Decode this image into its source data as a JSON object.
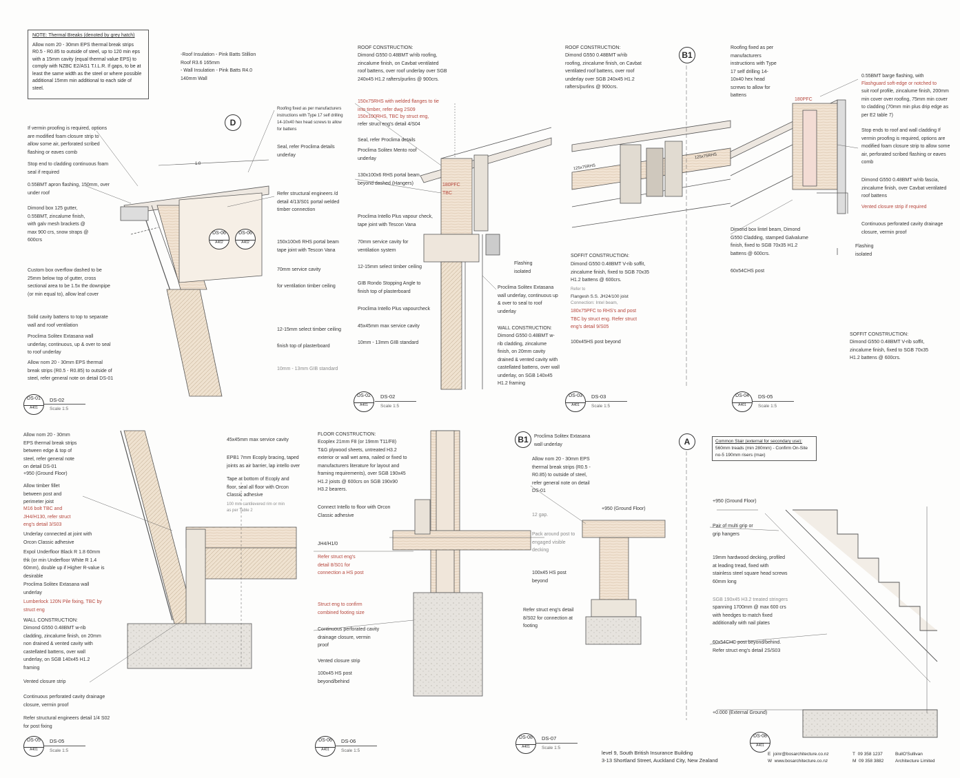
{
  "note_box": {
    "title": "NOTE: Thermal Breaks (denoted by grey hatch)",
    "body": "Allow nom 20 - 30mm EPS thermal break strips R0.5 - R0.85 to outside of steel, up to 120 min eps with a 15mm cavity (equal thermal value EPS) to comply with NZBC E2/AS1 T.I.L.R. If gaps, to be at least the same width as the steel or where possible additional 15mm min additional to each side of steel."
  },
  "insulation_note": {
    "line1": "-Roof Insulation - Pink Batts Stillion",
    "line2": "Roof R3.6 165mm",
    "line3": "- Wall Insulation - Pink Batts R4.0",
    "line4": "140mm Wall"
  },
  "bubbles": {
    "d": "D",
    "b1_top": "B1",
    "b1_bottom": "B1",
    "a": "A"
  },
  "ds02": {
    "left": [
      "If vermin proofing is required, options are modified foam closure strip to allow some air, perforated scribed flashing or eaves comb",
      "Stop end to cladding continuous foam seal if required",
      "0.55BMT apron flashing, 150mm, over under roof",
      "Dimond box 125 gutter, 0.55BMT, zincalume finish, with galv mesh brackets @ max 900 crs, snow straps @ 600crs",
      "Custom box overflow dashed to be 25mm below top of gutter, cross sectional area to be 1.5x the downpipe (or min equal to), allow leaf cover",
      "Solid cavity battens to top to separate wall and roof ventilation",
      "Proclima Solitex Extasana wall underlay, continuous, up & over to seal to roof underlay",
      "Allow nom 20 - 30mm EPS thermal break strips (R0.5 - R0.85) to outside of steel, refer general note on detail DS-01"
    ],
    "right": [
      "Roofing fixed as per manufacturers instructions with Type 17 self drilling 14-10x40 hex head screws to allow for battens",
      "Seal, refer Proclima details underlay",
      "Refer structural engineers /d detail 4/13/S01 portal welded timber connection",
      "150x100x6 RHS portal beam tape joint with Tescon Vana",
      "70mm service cavity",
      "for ventilation timber ceiling",
      "12-15mm select timber ceiling",
      "finish top of plasterboard",
      "10mm - 13mm GIB standard"
    ],
    "callout_ds06": "DS-06",
    "callout_a402": "A402",
    "callout_dim": "1:0",
    "tag": "DS-01",
    "tag_sheet": "A401",
    "title": "DS-02",
    "scale": "Scale 1:5"
  },
  "ds03": {
    "roof_head": "ROOF CONSTRUCTION:",
    "roof": "Dimond G550 0.48BMT w/rib roofing, zincalume finish, on Cavbat ventilated roof battens, over roof underlay over SGB 240x45 H1.2 rafters/purlins @ 900crs.",
    "red1": "150x75RHS with welded flanges to tie into timber, refer dwg 2S09",
    "red2": "150x100RHS, TBC by struct eng,",
    "grey1": "refer struct eng's detail 4/S04",
    "labels": [
      "Seal, refer Proclima details",
      "Proclima Solitex Mento roof underlay",
      "130x100x6 RHS portal beam beyond dashed (Hangers)",
      "Proclima Intello Plus vapour check, tape joint with Tescon Vana",
      "70mm service cavity for ventilation system",
      "12-15mm select timber ceiling",
      "GIB Rondo Stopping Angle to finish top of plasterboard",
      "Proclima Intello Plus vapourcheck",
      "45x45mm max service cavity",
      "10mm - 13mm GIB standard"
    ],
    "pfc": "180PFC TBC",
    "flashing": "Flashing isolated",
    "right": "Proclima Solitex Extasana wall underlay, continuous up & over to seal to roof underlay",
    "wall_head": "WALL CONSTRUCTION:",
    "wall": "Dimond G550 0.48BMT w-rib cladding, zincalume finish, on 20mm cavity drained & vented cavity with castellated battens, over wall underlay, on SGB 140x45 H1.2 framing",
    "tag": "DS-02",
    "tag_sheet": "A401",
    "title": "DS-02",
    "scale": "Scale 1:5"
  },
  "ds04": {
    "roof_head": "ROOF CONSTRUCTION:",
    "roof": "Dimond G550 0.48BMT w/rib roofing, zincalume finish, on Cavbat ventilated roof battens, over roof underlay over SGB 240x45 H1.2 rafters/purlins @ 900crs.",
    "rhs_a": "125x75RHS",
    "rhs_b": "125x75RHS",
    "soffit_head": "SOFFIT CONSTRUCTION:",
    "soffit": "Dimond G550 0.48BMT V-rib soffit, zincalume finish, fixed to SGB 70x35 H1.2 battens @ 600crs.",
    "grey1": "Refer to",
    "grey2": "Flangesh S.S. JH24/100 joist",
    "grey3": "Connection: Intel beam,",
    "red1": "180x75PFC to RHS's and post TBC by struct eng. Refer struct eng's detail 9/S05",
    "post": "100x45HS post beyond",
    "tag": "DS-03",
    "tag_sheet": "A401",
    "title": "DS-03",
    "scale": "Scale 1:5"
  },
  "ds05": {
    "roofing": "Roofing fixed as per manufacturers instructions with Type 17 self drilling 14-10x40 hex head screws to allow for battens",
    "barge": "0.55BMT barge flashing, with",
    "red_barge": "Flashguard soft-edge or notched to",
    "barge2": "suit roof profile, zincalume finish, 200mm min cover over roofing, 75mm min cover to cladding (70mm min plus drip edge as per E2 table 7)",
    "stop": "Stop ends to roof and wall cladding If vermin proofing is required, options are modified foam closure strip to allow some air, perforated scribed flashing or eaves comb",
    "fascia": "Dimond G550 0.48BMT w/rib fascia, zincalume finish, over Cavbat ventilated roof battens",
    "red_vent": "Vented closure strip if required",
    "pfc": "180PFC",
    "lintel": "Dimond box lintel beam, Dimond G550 Cladding, stamped Galvalume finish, fixed to SGB 70x35 H1.2 battens @ 600crs.",
    "post": "60x54CHS post",
    "cavity": "Continuous perforated cavity drainage closure, vermin proof",
    "flashing": "Flashing isolated",
    "soffit_head": "SOFFIT CONSTRUCTION:",
    "soffit": "Dimond G550 0.48BMT V-rib soffit, zincalume finish, fixed to SGB 70x35 H1.2 battens @ 600crs.",
    "tag": "DS-04",
    "tag_sheet": "A401",
    "title": "DS-05",
    "scale": "Scale 1:5"
  },
  "ds_b1": {
    "labels": [
      "Allow nom 20 - 30mm EPS thermal break strips between edge & top of steel, refer general note on detail DS-01",
      "+950 (Ground Floor)",
      "Allow timber fillet between post and perimeter joist"
    ],
    "red1": "M16 bolt TBC and JH4/H130, refer struct eng's detail 3/S03",
    "labels2": [
      "Underlay connected at joint with Orcon Classic adhesive",
      "Expol Underfloor Black R 1.8 60mm thk (or min Underfloor White R 1.4 60mm), double up if Higher R-value is desirable",
      "Proclima Solitex Extasana wall underlay"
    ],
    "red2": "Lumberlock 120N Pile fixing, TBC by struct eng",
    "wall_head": "WALL CONSTRUCTION:",
    "wall": "Dimond G550 0.48BMT w-rib cladding, zincalume finish, on 20mm non drained & vented cavity with castellated battens, over wall underlay, on SGB 140x45 H1.2 framing",
    "labels3": [
      "Vented closure strip",
      "Continuous perforated cavity drainage closure, vermin proof",
      "Refer structural engineers detail 1/4 S02 for post fixing"
    ],
    "right": [
      "45x45mm max service cavity",
      "EPB1 7mm Ecoply bracing, taped joints as air barrier, lap intello over",
      "Tape at bottom of Ecoply and floor, seal all floor with Orcon Classic adhesive"
    ],
    "grey1": "100 mm cantilevered rim or min as per Table 2",
    "tag": "DS-05",
    "tag_sheet": "A401",
    "title": "DS-05",
    "scale": "Scale 1:5"
  },
  "ds06": {
    "floor_head": "FLOOR CONSTRUCTION:",
    "floor": "Ecoplex 21mm F8 (or 19mm T11/F8) T&G plywood sheets, untreated H3.2 exterior or wall wet area, nailed or fixed to manufacturers literature for layout and framing requirements), over SGB 190x45 H1.2 joists @ 600crs on SGB 190x90 H3.2 bearers.",
    "intello": "Connect Intello to floor with Orcon Classic adhesive",
    "jh": "JH4/H1/0",
    "red1": "Refer struct eng's detail 8/S01 for connection a HS post",
    "red2": "Struct eng to confirm combined footing size",
    "labels": [
      "Continuous perforated cavity drainage closure, vermin proof",
      "Vented closure strip",
      "100x45 HS post beyond/behind"
    ],
    "tag": "DS-06",
    "tag_sheet": "A401",
    "title": "DS-06",
    "scale": "Scale 1:5"
  },
  "ds07": {
    "top": "Proclima Solitex Extasana wall underlay",
    "eps": "Allow nom 20 - 30mm EPS thermal break strips (R0.5 - R0.85) to outside of steel, refer general note on detail DS-01",
    "gap": "12 gap.",
    "pack": "Pack around post to engaged visible decking",
    "gf": "+950 (Ground Floor)",
    "post": "100x45 HS post beyond",
    "refer": "Refer struct eng's detail 8/S02 for connection at footing",
    "tag": "DS-08",
    "tag_sheet": "A401",
    "title": "DS-07",
    "scale": "Scale 1:5"
  },
  "ds08": {
    "box_title": "Common Stair (external for secondary use):",
    "box_line1": "560mm treads (min 280mm) - Confirm On-Site",
    "box_line2": "no-5 190mm risers (max)",
    "gf": "+950 (Ground Floor)",
    "grip": "Pair of multi grip or grip hangers",
    "deck": "19mm hardwood decking, profiled at leading tread, fixed with stainless steel square head screws 60mm long",
    "stringers_grey": "SGB 190x45 H3.2 treated stringers",
    "stringers": "spanning 1700mm @ max 600 crs with heedges to match fixed additionally with nail plates",
    "post": "60x54CHC post beyond/behind. Refer struct eng's detail 2S/S03",
    "ground": "+0.000 (External Ground)",
    "tag": "DS-08",
    "tag_sheet": "A401"
  },
  "footer": {
    "addr1": "level 9, South British Insurance Building",
    "addr2": "3-13 Shortland Street, Auckland City, New Zealand",
    "e_label": "E",
    "email": "joinr@bosarchitecture.co.nz",
    "w_label": "W",
    "web": "www.bosarchitecture.co.nz",
    "t_label": "T",
    "phone_t": "09 358 1237",
    "m_label": "M",
    "phone_m": "09 358 3882",
    "firm1": "BuilO'Sullivan",
    "firm2": "Architecture Limited"
  }
}
